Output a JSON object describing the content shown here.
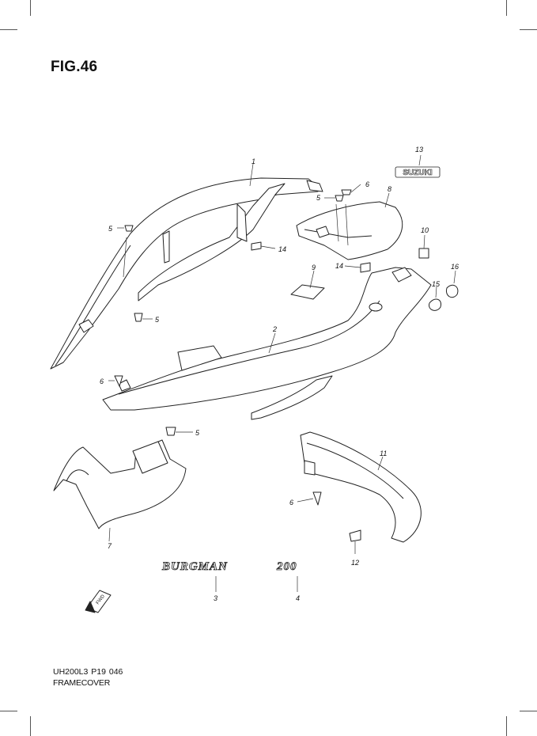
{
  "figure": {
    "title": "FIG.46"
  },
  "footer": {
    "code": "UH200L3 P19 046",
    "name": "FRAMECOVER"
  },
  "badges": {
    "suzuki": "SUZUKI",
    "burgman": "BURGMAN",
    "model_200": "200",
    "fwd": "FWD"
  },
  "callouts": [
    "1",
    "2",
    "3",
    "4",
    "5",
    "5",
    "5",
    "5",
    "6",
    "6",
    "6",
    "7",
    "8",
    "9",
    "10",
    "11",
    "12",
    "13",
    "14",
    "14",
    "15",
    "16"
  ]
}
